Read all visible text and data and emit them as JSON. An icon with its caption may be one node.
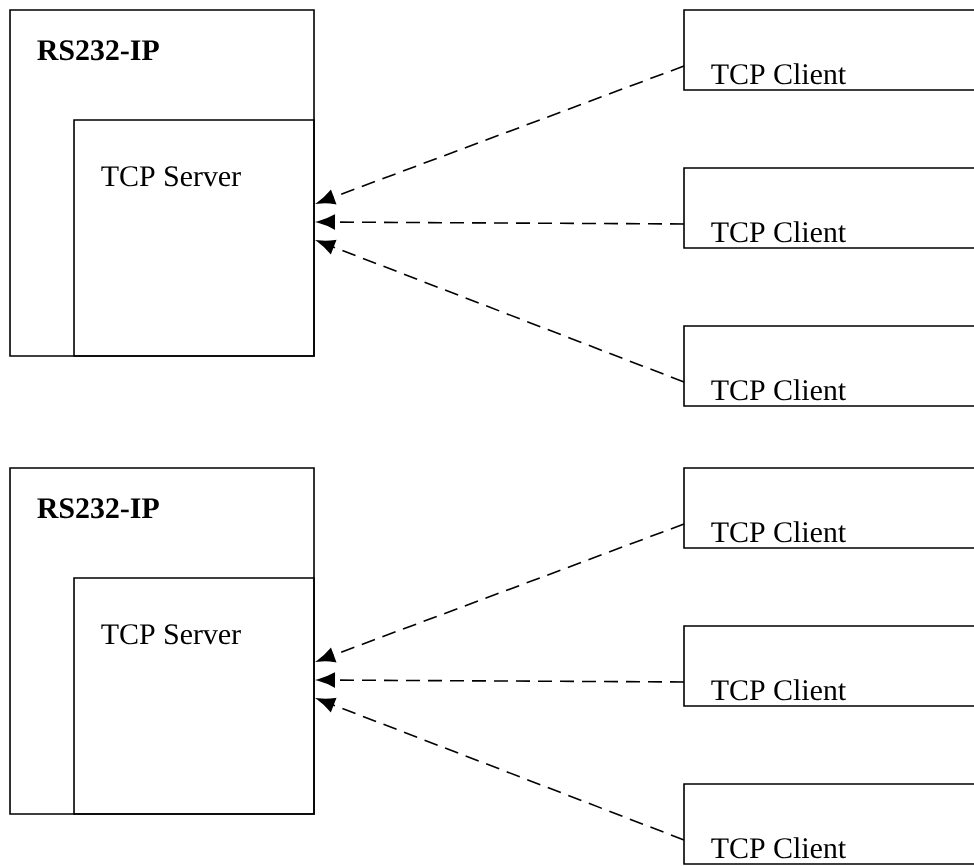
{
  "diagram": {
    "nodes": [
      {
        "text": [
          "RS232-IP"
        ]
      },
      {
        "text": [
          "TCP Server"
        ],
        "in": 0
      },
      {
        "text": [
          "TCP Client"
        ]
      },
      {
        "text": [
          "TCP Client"
        ]
      },
      {
        "text": [
          "TCP Client"
        ]
      },
      {
        "text": [
          "RS232-IP"
        ]
      },
      {
        "text": [
          "TCP Server"
        ],
        "in": 5
      },
      {
        "text": [
          "TCP Client"
        ]
      },
      {
        "text": [
          "TCP Client"
        ]
      },
      {
        "text": [
          "TCP Client"
        ]
      }
    ],
    "edges": [
      {
        "from": 2,
        "to": 1,
        "arrow": "to",
        "style": "dashed"
      },
      {
        "from": 3,
        "to": 1,
        "arrow": "to",
        "style": "dashed"
      },
      {
        "from": 4,
        "to": 1,
        "arrow": "to",
        "style": "dashed"
      },
      {
        "from": 7,
        "to": 6,
        "arrow": "to",
        "style": "dashed"
      },
      {
        "from": 8,
        "to": 6,
        "arrow": "to",
        "style": "dashed"
      },
      {
        "from": 9,
        "to": 6,
        "arrow": "to",
        "style": "dashed"
      }
    ]
  }
}
